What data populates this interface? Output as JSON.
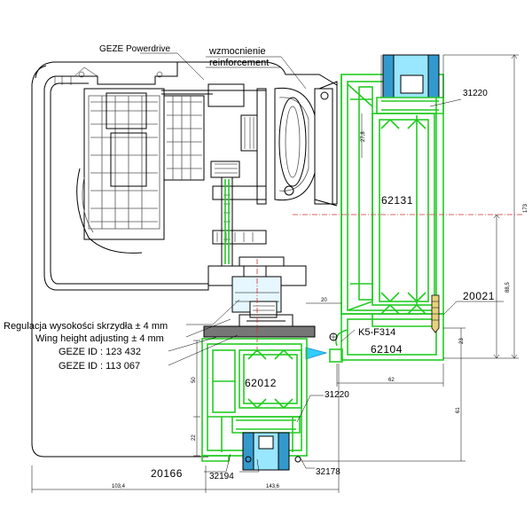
{
  "labels": {
    "geze_powerdrive": "GEZE Powerdrive",
    "wzmocnienie": "wzmocnienie",
    "reinforcement": "reinforcement",
    "regulacja": "Regulacja wysokości skrzydła ± 4 mm",
    "wing_height": "Wing height adjusting ± 4 mm",
    "geze_id_1": "GEZE ID : 123 432",
    "geze_id_2": "GEZE ID : 113 067",
    "k5": "K5-F314"
  },
  "part_numbers": {
    "p31220_top": "31220",
    "p62131": "62131",
    "p20021": "20021",
    "p62104": "62104",
    "p62012": "62012",
    "p31220_bottom": "31220",
    "p20166": "20166",
    "p32194": "32194",
    "p32178": "32178"
  },
  "dimensions": {
    "d_top_small": "27,8",
    "d_right_total": "173",
    "d_right_mid": "88,5",
    "d_right_low": "23",
    "d_vertical_50": "50",
    "d_vertical_22": "22",
    "d_left_small": "20",
    "d_62": "62",
    "d_61": "61",
    "d_1034": "103,4",
    "d_1436": "143,6"
  },
  "colors": {
    "profile_outline": "#22cc22",
    "glass": "#3399cc",
    "highlight": "#99e6ff",
    "plate": "#777777",
    "screw": "#e6d27a",
    "axis": "#cc3333"
  }
}
